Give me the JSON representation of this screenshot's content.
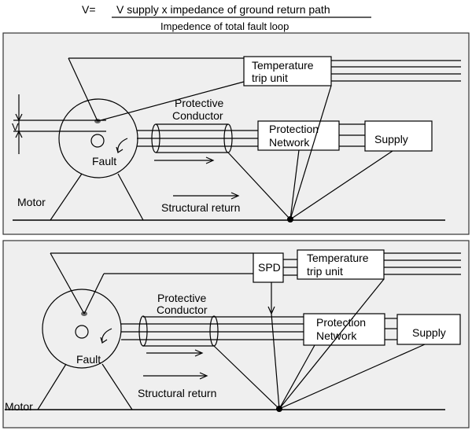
{
  "formula": {
    "lhs": "V=",
    "numerator": "V supply x impedance of ground return path",
    "denominator": "Impedence of total fault loop"
  },
  "top_panel": {
    "temperature_trip_unit": [
      "Temperature",
      "trip unit"
    ],
    "protective_conductor": [
      "Protective",
      "Conductor"
    ],
    "protection_network": [
      "Protection",
      "Network"
    ],
    "supply": "Supply",
    "fault": "Fault",
    "motor": "Motor",
    "structural_return": "Structural return",
    "voltage_marker": "V"
  },
  "bottom_panel": {
    "spd": "SPD",
    "temperature_trip_unit": [
      "Temperature",
      "trip unit"
    ],
    "protective_conductor": [
      "Protective",
      "Conductor"
    ],
    "protection_network": [
      "Protection",
      "Network"
    ],
    "supply": "Supply",
    "fault": "Fault",
    "motor": "Motor",
    "structural_return": "Structural return"
  },
  "colors": {
    "panel_background": "#efefef",
    "line": "#000000",
    "fault_dot": "#666666"
  }
}
